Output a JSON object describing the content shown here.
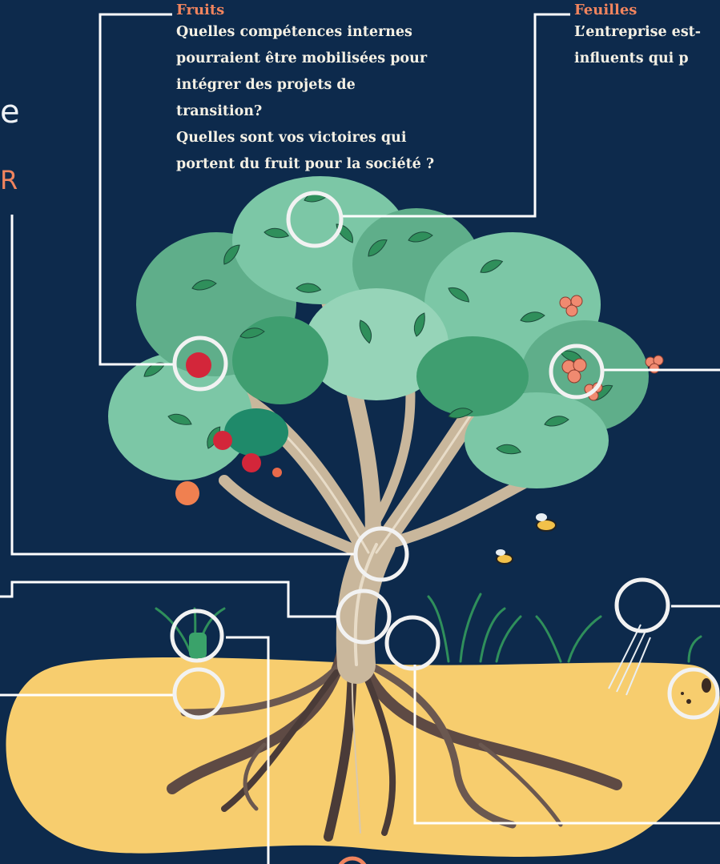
{
  "callouts": {
    "fruits": {
      "title": "Fruits",
      "lines": [
        "Quelles compétences internes",
        "pourraient être mobilisées pour",
        "intégrer des projets de",
        "transition?",
        "Quelles sont vos victoires qui",
        "portent du fruit pour la société ?"
      ]
    },
    "feuilles": {
      "title": "Feuilles",
      "lines": [
        "L’entreprise est-",
        "influents qui p"
      ]
    }
  },
  "edge_letters": {
    "top": "e",
    "bottom": "R"
  },
  "colors": {
    "background": "#0d2a4c",
    "accent": "#f0845e",
    "text": "#f4f0e4",
    "soil": "#f7cd6e",
    "leaf_dark": "#2f8f5b",
    "leaf_light": "#7cc7a6",
    "trunk": "#d8c8b0",
    "connector": "#ffffff"
  },
  "icons": [
    "tree-icon",
    "apple-icon",
    "flower-icon",
    "bee-icon",
    "seed-icon",
    "grass-icon",
    "rain-icon"
  ]
}
